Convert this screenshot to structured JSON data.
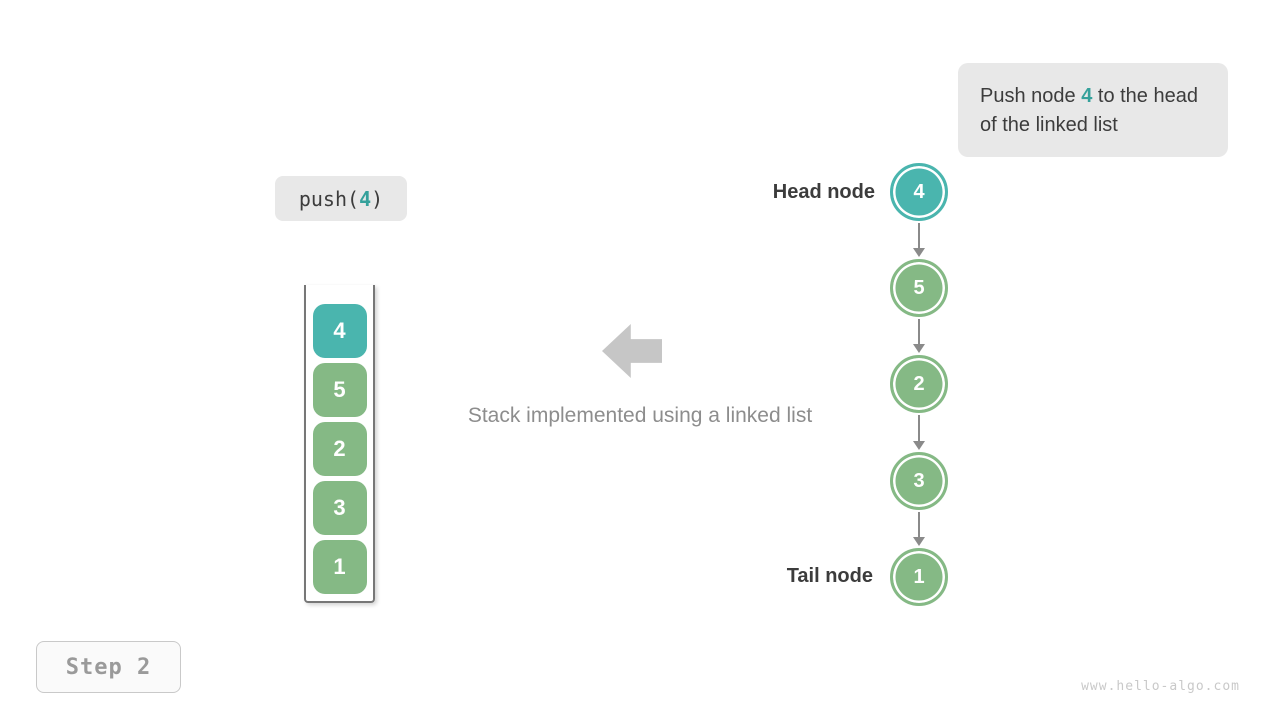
{
  "callout": {
    "prefix": "Push node ",
    "highlight": "4",
    "suffix": " to the head of the linked list"
  },
  "operation": {
    "prefix": "push(",
    "arg": "4",
    "suffix": ")"
  },
  "stack": {
    "items": [
      {
        "value": "4",
        "state": "highlight"
      },
      {
        "value": "5",
        "state": "normal"
      },
      {
        "value": "2",
        "state": "normal"
      },
      {
        "value": "3",
        "state": "normal"
      },
      {
        "value": "1",
        "state": "normal"
      }
    ]
  },
  "caption": "Stack implemented using a linked list",
  "linked_list": {
    "head_label": "Head node",
    "tail_label": "Tail node",
    "nodes": [
      {
        "value": "4",
        "state": "highlight"
      },
      {
        "value": "5",
        "state": "normal"
      },
      {
        "value": "2",
        "state": "normal"
      },
      {
        "value": "3",
        "state": "normal"
      },
      {
        "value": "1",
        "state": "normal"
      }
    ]
  },
  "step_label": "Step 2",
  "watermark": "www.hello-algo.com",
  "colors": {
    "teal": "#4ab5ae",
    "green": "#85b985",
    "accent-text": "#35a19b",
    "dark-text": "#3c3c3c",
    "gray-text": "#8d8d8d",
    "connector-gray": "#8a8a8a",
    "block-arrow-gray": "#c6c6c6",
    "box-bg": "#e8e8e8"
  }
}
